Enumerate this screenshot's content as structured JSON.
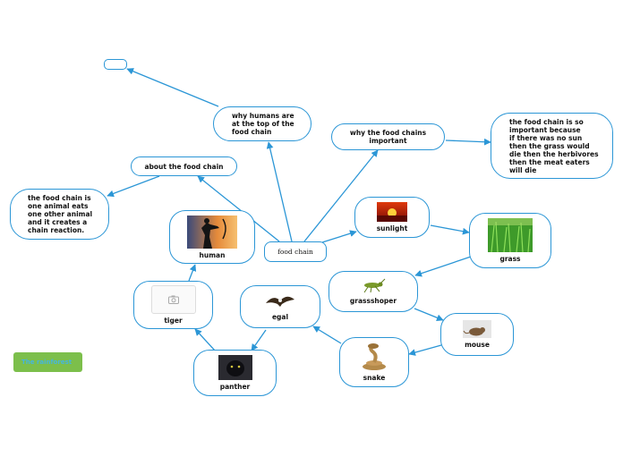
{
  "root": {
    "label": "food chain"
  },
  "topics": {
    "about": "about the food chain",
    "about_detail": "the food chain is\none animal eats\none other animal\nand it creates a\nchain reaction.",
    "why_humans": "why humans are\nat the top of the\nfood chain",
    "why_humans_child": "",
    "why_important": "why the food chains\nimportant",
    "why_important_detail": "the food chain is so\nimportant because\nif there was no sun\nthen the grass would\ndie then the herbivores\nthen the meat eaters\nwill die"
  },
  "organisms": {
    "human": "human",
    "sunlight": "sunlight",
    "grass": "grass",
    "grasshopper": "grassshoper",
    "mouse": "mouse",
    "snake": "snake",
    "eagle": "egal",
    "panther": "panther",
    "tiger": "tiger"
  },
  "floating_tag": "The rainforest",
  "colors": {
    "line": "#2b96d6",
    "tag_bg": "#7cbf4b",
    "tag_text": "#46b5dd"
  },
  "icons": {
    "tiger_placeholder": "camera-icon"
  }
}
